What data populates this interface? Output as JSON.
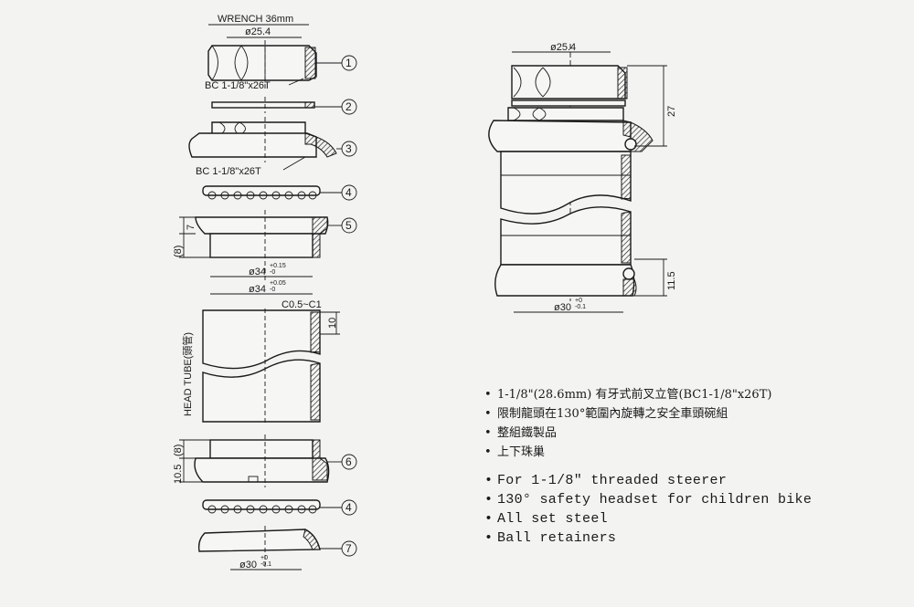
{
  "labels": {
    "wrench": "WRENCH 36mm",
    "d254_left": "ø25.4",
    "bc_top": "BC 1-1/8\"x26T",
    "bc_mid": "BC 1-1/8\"x26T",
    "h7": "7",
    "h8": "(8)",
    "d34_a": "ø34",
    "d34_a_tol": "+0.15\n-0",
    "d34_b": "ø34",
    "d34_b_tol": "+0.05\n-0",
    "chamfer": "C0.5~C1",
    "ten": "10",
    "head_tube": "HEAD TUBE(頭管)",
    "h105": "10.5",
    "h8b": "(8)",
    "d30_left": "ø30",
    "d30_left_tol": "+0\n-0.1",
    "d254_right": "ø25.4",
    "h27": "27",
    "h115": "11.5",
    "d30_right": "ø30",
    "d30_right_tol": "+0\n-0.1"
  },
  "callouts": [
    "1",
    "2",
    "3",
    "4",
    "5",
    "6",
    "4",
    "7"
  ],
  "notes_zh": [
    "1-1/8\"(28.6mm) 有牙式前叉立管(BC1-1/8\"x26T)",
    "限制龍頭在130°範圍內旋轉之安全車頭碗組",
    "整組鐵製品",
    "上下珠巢"
  ],
  "notes_en": [
    "For 1-1/8\" threaded steerer",
    "130° safety headset for children bike",
    "All set steel",
    "Ball retainers"
  ]
}
